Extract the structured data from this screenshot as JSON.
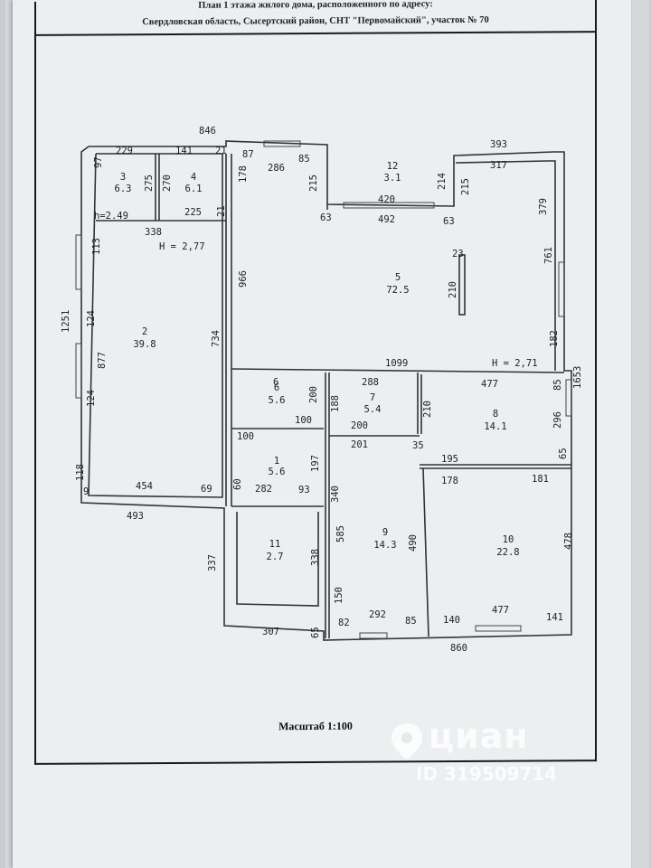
{
  "header": {
    "title_line1": "План 1 этажа жилого дома, расположенного по адресу:",
    "title_line2": "Свердловская область, Сысертский район, СНТ \"Первомайский\", участок № 70"
  },
  "scale": "Масштаб 1:100",
  "rooms": [
    {
      "num": "1",
      "area": "5.6"
    },
    {
      "num": "2",
      "area": "39.8"
    },
    {
      "num": "3",
      "area": "6.3"
    },
    {
      "num": "4",
      "area": "6.1"
    },
    {
      "num": "5",
      "area": "72.5"
    },
    {
      "num": "6",
      "area": "5.6"
    },
    {
      "num": "7",
      "area": "5.4"
    },
    {
      "num": "8",
      "area": "14.1"
    },
    {
      "num": "9",
      "area": "14.3"
    },
    {
      "num": "10",
      "area": "22.8"
    },
    {
      "num": "11",
      "area": "2.7"
    },
    {
      "num": "12",
      "area": "3.1"
    }
  ],
  "heights": {
    "h1": "h=2.49",
    "h2": "H = 2,77",
    "h3": "H = 2,71"
  },
  "dims": [
    "846",
    "229",
    "141",
    "21",
    "87",
    "286",
    "85",
    "393",
    "317",
    "97",
    "275",
    "270",
    "178",
    "215",
    "420",
    "214",
    "215",
    "225",
    "21",
    "63",
    "492",
    "63",
    "379",
    "338",
    "113",
    "23",
    "966",
    "210",
    "761",
    "1251",
    "124",
    "877",
    "734",
    "124",
    "1099",
    "182",
    "288",
    "477",
    "1653",
    "6",
    "200",
    "188",
    "210",
    "85",
    "100",
    "200",
    "296",
    "100",
    "201",
    "35",
    "118",
    "197",
    "195",
    "65",
    "9",
    "454",
    "69",
    "60",
    "282",
    "93",
    "178",
    "181",
    "493",
    "340",
    "585",
    "490",
    "478",
    "337",
    "338",
    "150",
    "82",
    "292",
    "85",
    "140",
    "477",
    "141",
    "307",
    "65",
    "860"
  ],
  "watermark": {
    "brand": "циан",
    "id_text": "ID 319509714"
  }
}
